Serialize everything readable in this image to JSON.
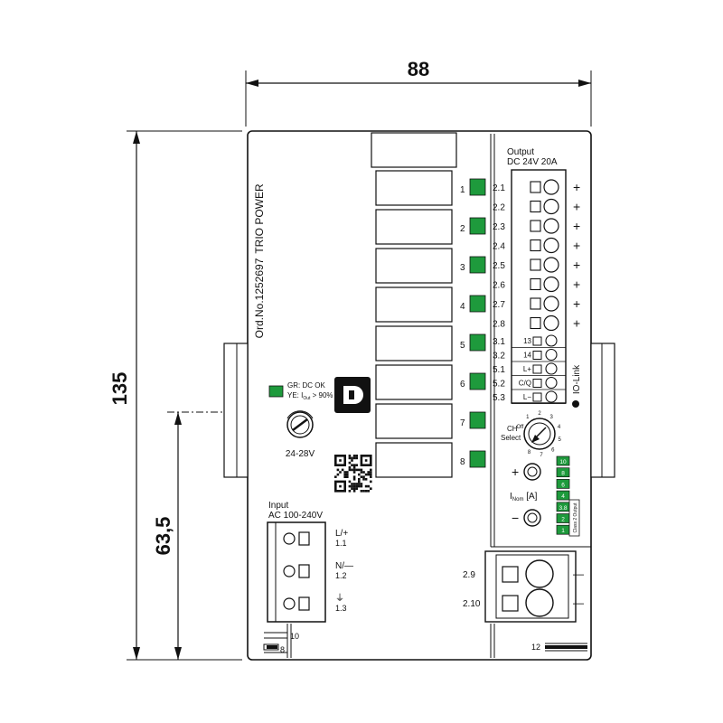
{
  "dimensions": {
    "width": "88",
    "height": "135",
    "rail_height": "63,5"
  },
  "device": {
    "product_name": "TRIO POWER",
    "order_number": "Ord.No.1252697",
    "logo_icon": "phoenix-contact-logo-icon",
    "qr_icon": "qr-code-icon"
  },
  "channel_leds": {
    "labels": [
      "1",
      "2",
      "3",
      "4",
      "5",
      "6",
      "7",
      "8"
    ],
    "color": "#1e9a3c"
  },
  "status_led": {
    "line1": "GR: DC OK",
    "line2": "YE: I",
    "line2_sub": "Out",
    "line2_end": " > 90%"
  },
  "voltage_pot": {
    "label": "24-28V"
  },
  "input": {
    "title_line1": "Input",
    "title_line2": "AC 100-240V",
    "terminals": [
      {
        "name": "L/+",
        "num": "1.1"
      },
      {
        "name": "N/—",
        "num": "1.2"
      },
      {
        "name": "⏚",
        "num": "1.3"
      }
    ]
  },
  "output": {
    "title_line1": "Output",
    "title_line2": "DC 24V 20A",
    "terminals": [
      "2.1",
      "2.2",
      "2.3",
      "2.4",
      "2.5",
      "2.6",
      "2.7",
      "2.8"
    ],
    "polarity": "+"
  },
  "signal_terminals": [
    {
      "num": "3.1",
      "label": "13"
    },
    {
      "num": "3.2",
      "label": "14"
    },
    {
      "num": "5.1",
      "label": "L+"
    },
    {
      "num": "5.2",
      "label": "C/Q"
    },
    {
      "num": "5.3",
      "label": "L−"
    }
  ],
  "io_link": {
    "label": "IO-Link"
  },
  "channel_select": {
    "line1": "CH",
    "line2": "Select",
    "dial": [
      "Off",
      "1",
      "2",
      "3",
      "4",
      "5",
      "6",
      "7",
      "8"
    ]
  },
  "current_setting": {
    "plus": "+",
    "minus": "−",
    "label": "I",
    "label_sub": "Nom",
    "label_end": " [A]",
    "levels": [
      "10",
      "8",
      "6",
      "4",
      "3.8",
      "2",
      "1"
    ],
    "class_label": "Class 2 Output"
  },
  "secondary_output": {
    "terminals": [
      {
        "num": "2.9",
        "polarity": "—"
      },
      {
        "num": "2.10",
        "polarity": "—"
      }
    ]
  },
  "bottom_labels": {
    "left_top": "10",
    "left_bottom": "8",
    "right": "12"
  }
}
